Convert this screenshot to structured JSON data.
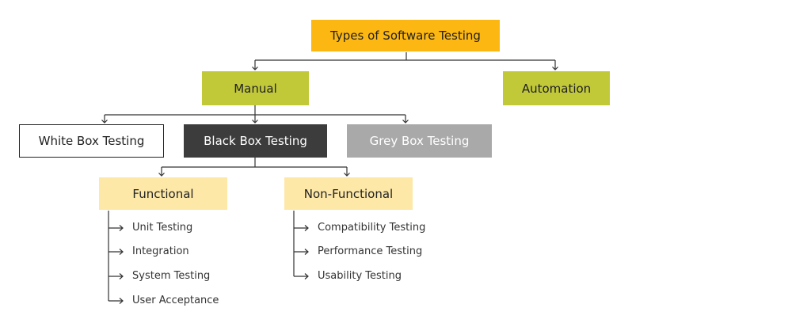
{
  "diagram": {
    "root": {
      "label": "Types of Software Testing"
    },
    "categories": {
      "manual": "Manual",
      "automation": "Automation"
    },
    "manual_types": {
      "white_box": "White Box Testing",
      "black_box": "Black Box Testing",
      "grey_box": "Grey Box Testing"
    },
    "black_box_types": {
      "functional": "Functional",
      "non_functional": "Non-Functional"
    },
    "functional_items": [
      "Unit Testing",
      "Integration",
      "System Testing",
      "User Acceptance"
    ],
    "non_functional_items": [
      "Compatibility Testing",
      "Performance Testing",
      "Usability Testing"
    ]
  },
  "colors": {
    "root": "#fcb712",
    "category": "#c1c939",
    "black_box": "#3c3c3c",
    "grey_box": "#a9a9a9",
    "sub_category": "#fde8a8",
    "connector": "#333333"
  }
}
